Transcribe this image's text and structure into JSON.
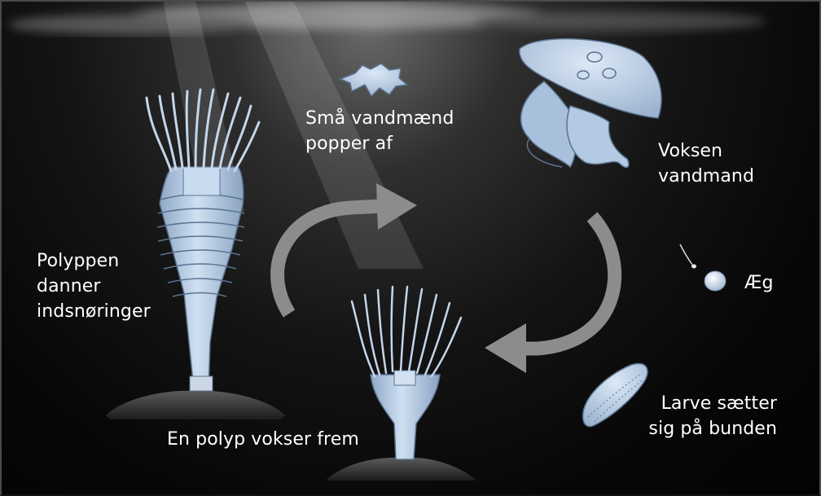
{
  "diagram": {
    "stages": {
      "small_jellyfish": {
        "line1": "Små vandmænd",
        "line2": "popper af"
      },
      "adult_jellyfish": {
        "line1": "Voksen",
        "line2": "vandmand"
      },
      "egg": {
        "line1": "Æg"
      },
      "larva": {
        "line1": "Larve sætter",
        "line2": "sig på bunden"
      },
      "polyp": {
        "line1": "En polyp vokser frem"
      },
      "strobila": {
        "line1": "Polyppen",
        "line2": "danner",
        "line3": "indsnøringer"
      }
    },
    "colors": {
      "organism_fill": "#b7cde6",
      "organism_stroke": "#5a7391",
      "arrow": "#8c8c8c",
      "label_text": "#ffffff"
    }
  }
}
